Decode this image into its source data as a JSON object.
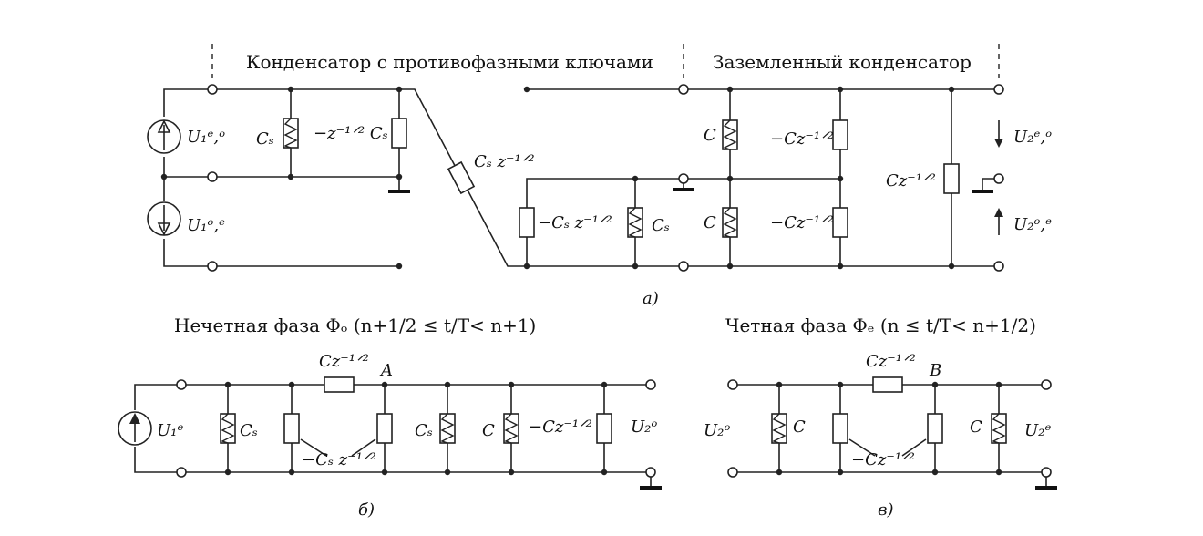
{
  "headers": {
    "switched_cap": "Конденсатор с противофазными ключами",
    "grounded_cap": "Заземленный конденсатор",
    "odd_phase": "Нечетная фаза Φₒ (n+1/2 ≤ t/T< n+1)",
    "even_phase": "Четная фаза Φₑ (n ≤ t/T< n+1/2)"
  },
  "captions": {
    "a": "а)",
    "b": "б)",
    "c": "в)"
  },
  "labels": {
    "a_u1_eo": "U₁ᵉ,ᵒ",
    "a_u1_oe": "U₁ᵒ,ᵉ",
    "a_cs": "Cₛ",
    "a_neg_zcs": "−z⁻¹ᐟ² Cₛ",
    "a_cs_z": "Cₛ z⁻¹ᐟ²",
    "a_neg_cs_z": "−Cₛ z⁻¹ᐟ²",
    "a_cs_right": "Cₛ",
    "a_c_top": "C",
    "a_neg_cz_top": "−Cz⁻¹ᐟ²",
    "a_c_bot": "C",
    "a_neg_cz_bot": "−Cz⁻¹ᐟ²",
    "a_cz": "Cz⁻¹ᐟ²",
    "a_u2_eo": "U₂ᵉ,ᵒ",
    "a_u2_oe": "U₂ᵒ,ᵉ",
    "b_cz_top": "Cz⁻¹ᐟ²",
    "b_node_a": "A",
    "b_u1e": "U₁ᵉ",
    "b_cs_left": "Cₛ",
    "b_neg_cs_z": "−Cₛ z⁻¹ᐟ²",
    "b_cs_right": "Cₛ",
    "b_c": "C",
    "b_neg_cz": "−Cz⁻¹ᐟ²",
    "b_u2o": "U₂ᵒ",
    "c_cz_top": "Cz⁻¹ᐟ²",
    "c_node_b": "B",
    "c_u2o": "U₂ᵒ",
    "c_c_left": "C",
    "c_neg_cz": "−Cz⁻¹ᐟ²",
    "c_c_right": "C",
    "c_u2e": "U₂ᵉ"
  }
}
